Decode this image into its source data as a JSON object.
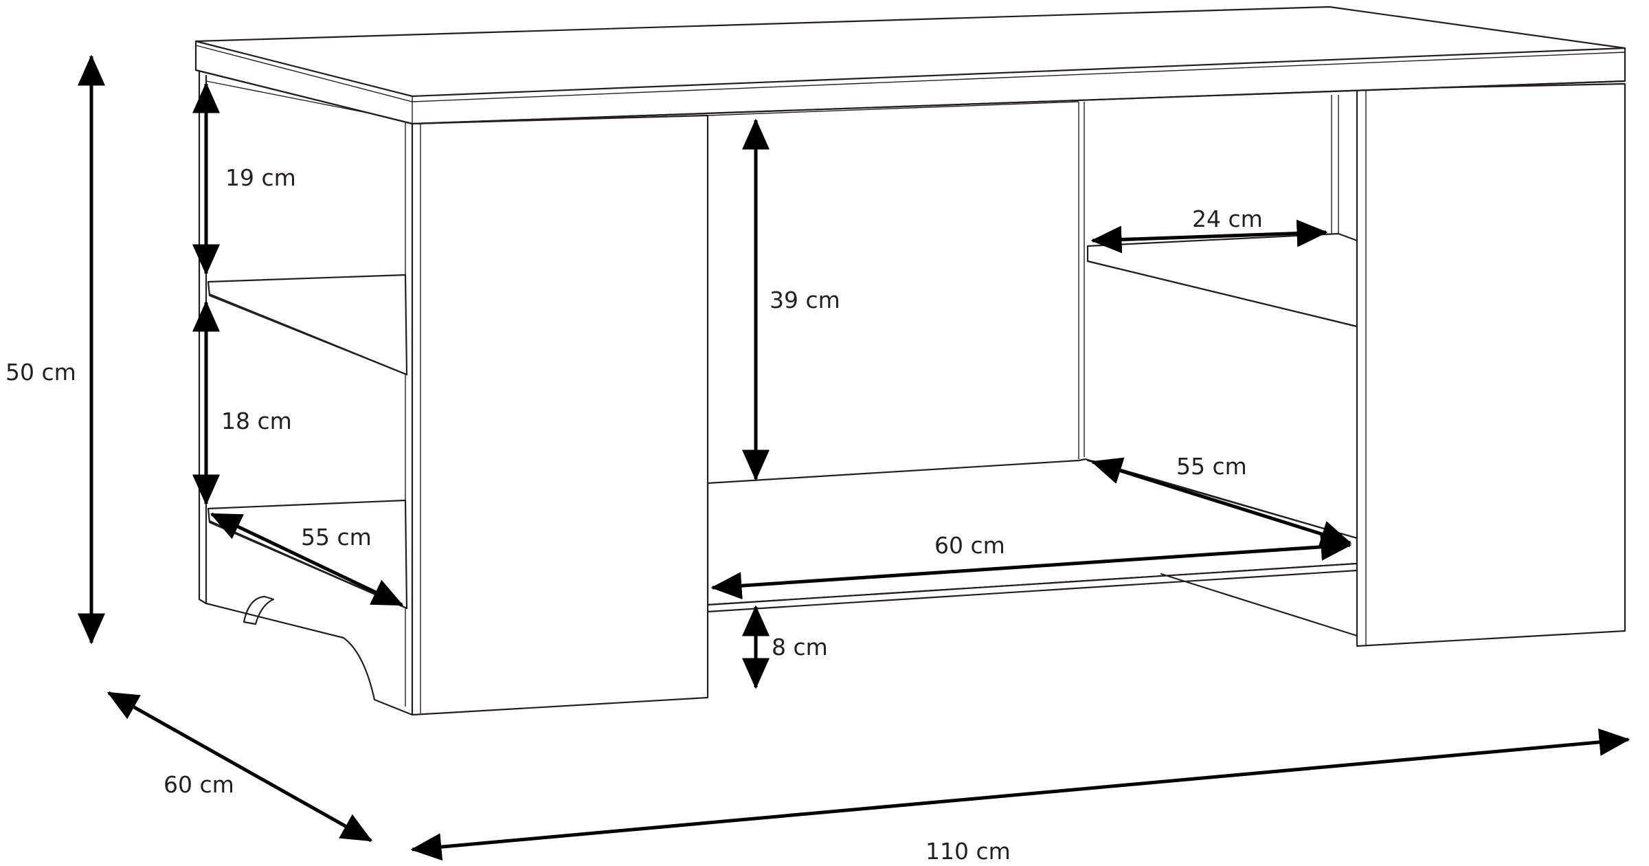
{
  "dimensions": {
    "total_height": "50 cm",
    "total_depth": "60 cm",
    "total_width": "110 cm",
    "upper_shelf_height": "19 cm",
    "lower_shelf_height": "18 cm",
    "side_shelf_depth": "55 cm",
    "center_opening_height": "39 cm",
    "center_opening_width": "60 cm",
    "center_opening_depth": "55 cm",
    "right_shelf_width": "24 cm",
    "floor_clearance": "8 cm"
  },
  "colors": {
    "line": "#231f20",
    "arrow": "#000000",
    "background": "#ffffff"
  }
}
